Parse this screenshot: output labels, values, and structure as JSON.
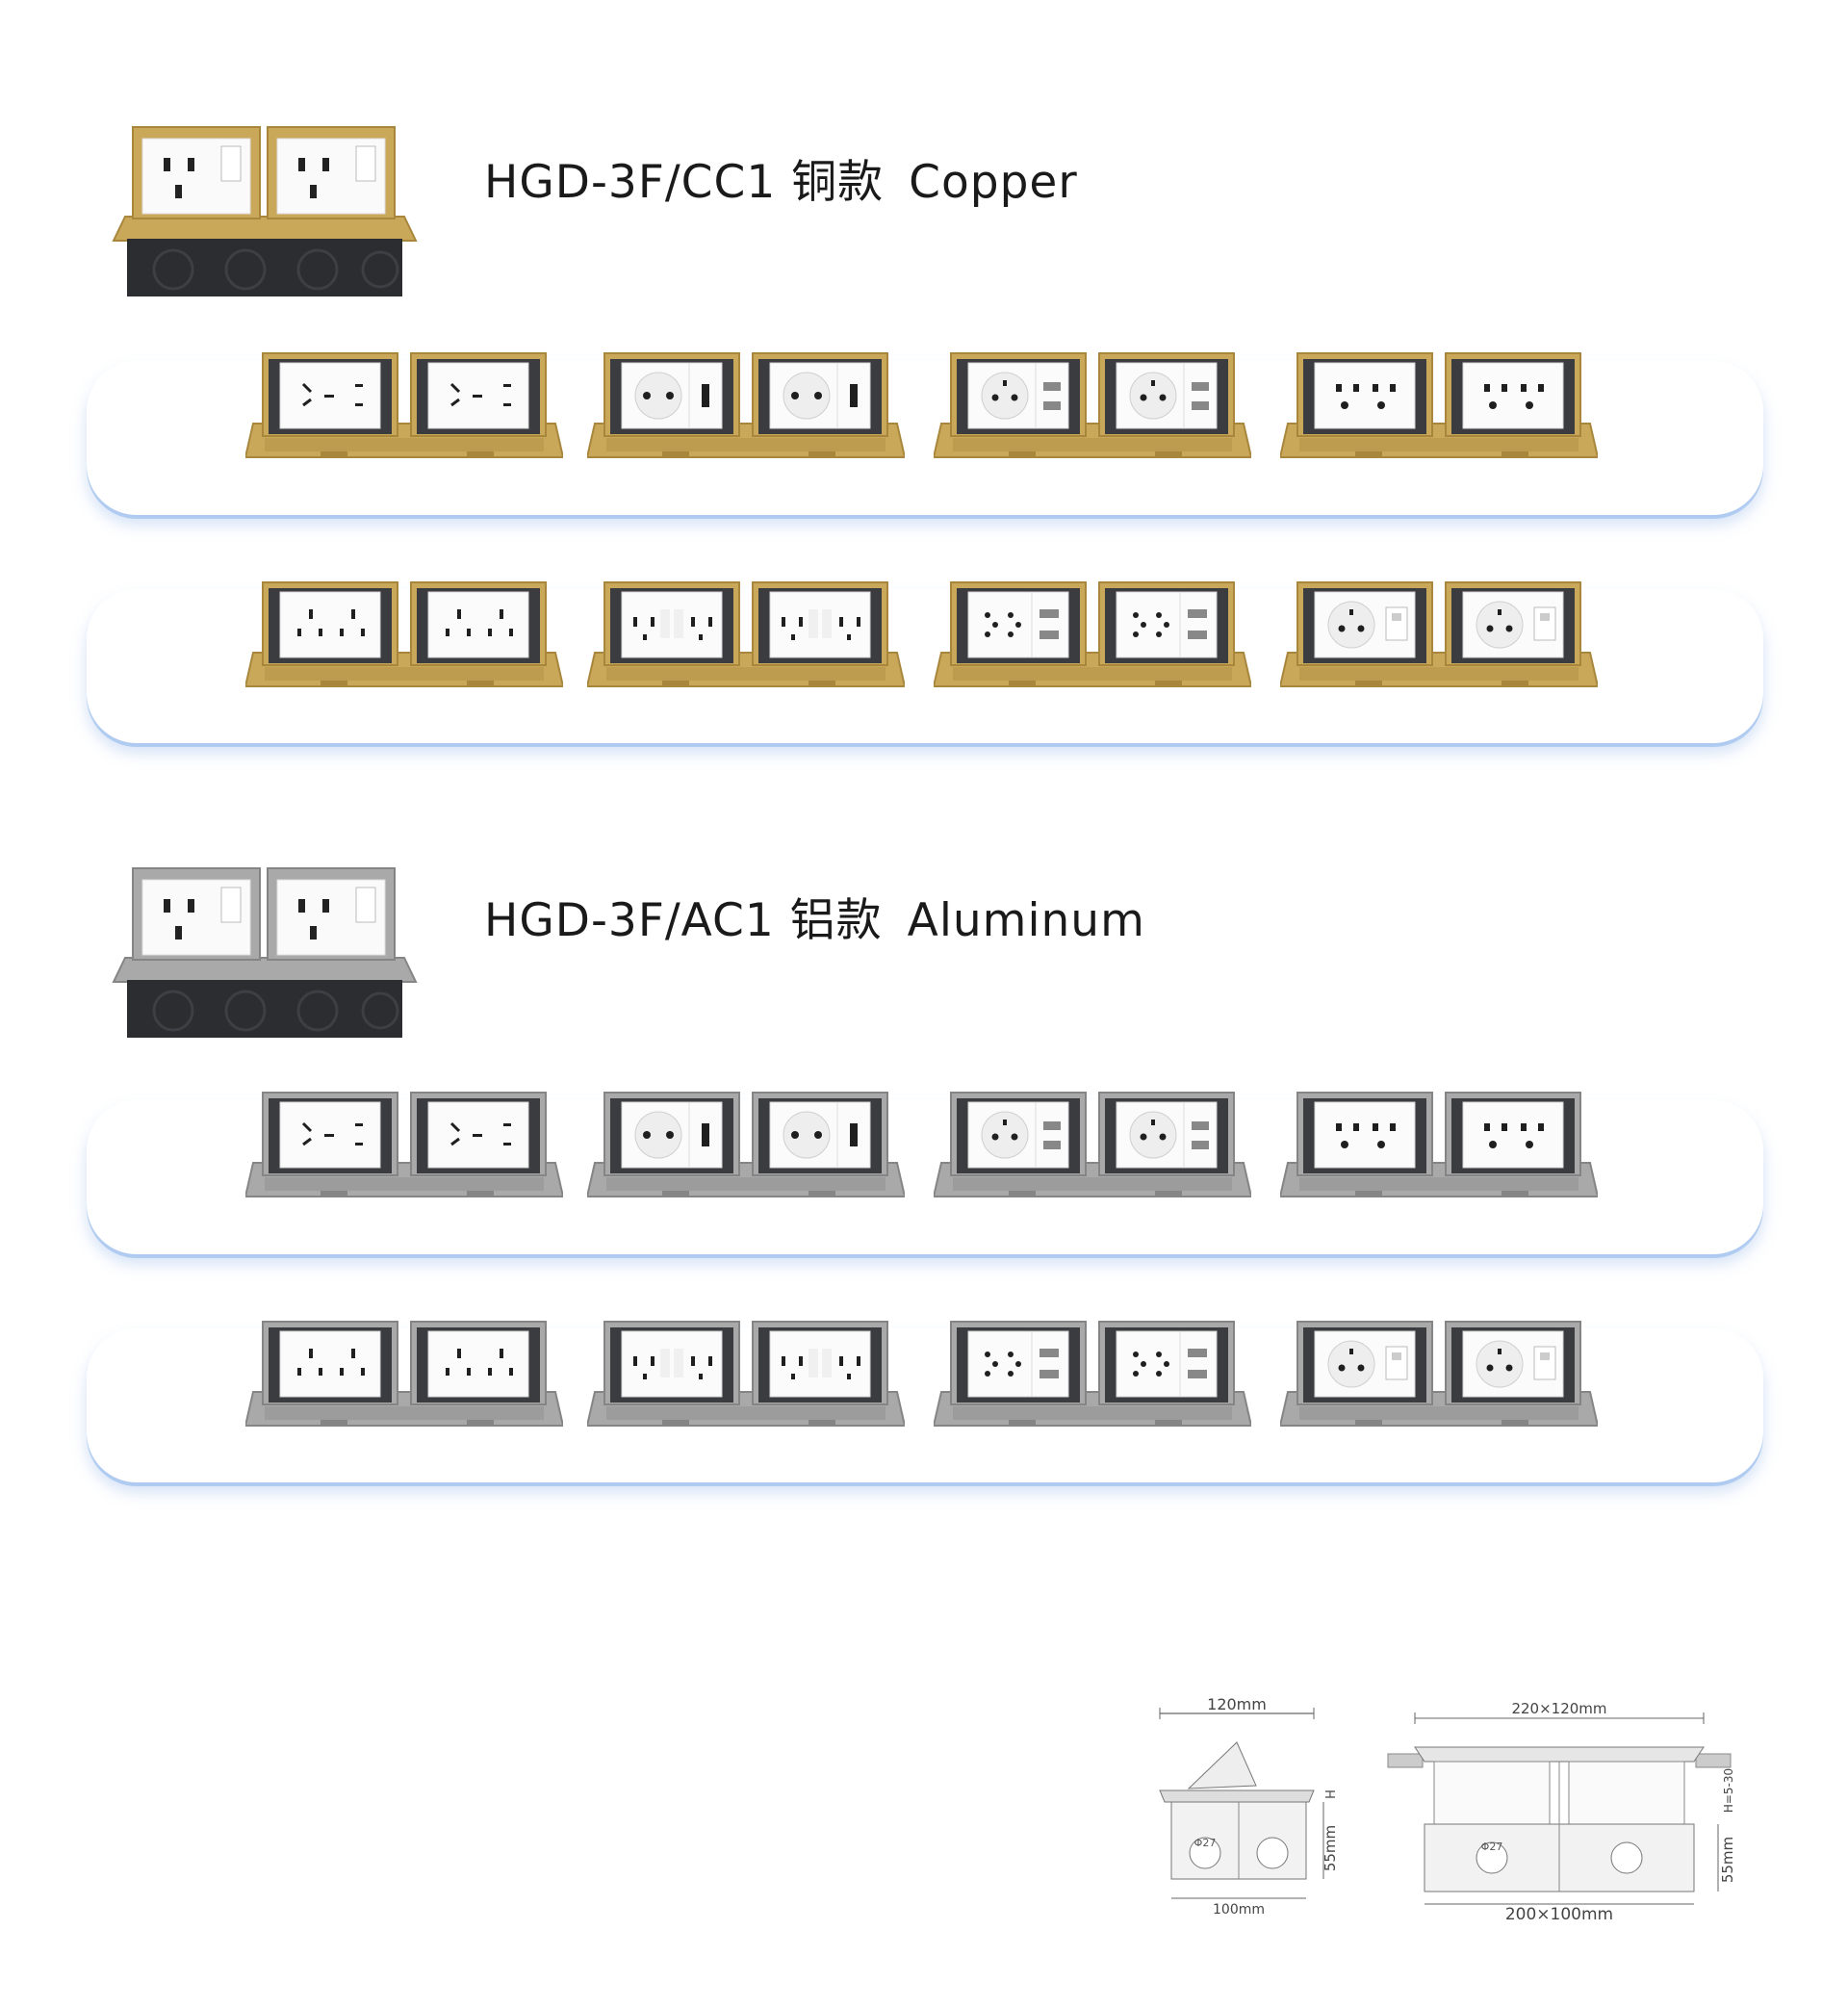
{
  "copper": {
    "title": "HGD-3F/CC1 铜款",
    "title_en": "Copper",
    "rows": [
      [
        "australian",
        "schuko-usb",
        "french-usb",
        "thai"
      ],
      [
        "sa-3pin",
        "gfci",
        "swiss-usb",
        "french-rj45"
      ]
    ]
  },
  "aluminum": {
    "title": "HGD-3F/AC1 铝款",
    "title_en": "Aluminum",
    "rows": [
      [
        "australian",
        "schuko-usb",
        "french-usb",
        "thai"
      ],
      [
        "sa-3pin",
        "gfci",
        "swiss-usb",
        "french-rj45"
      ]
    ]
  },
  "colors": {
    "copper_frame": "#c9a85a",
    "copper_dark": "#a8863c",
    "aluminum_frame": "#a9a9a9",
    "aluminum_dark": "#858585",
    "body_black": "#2b2d31",
    "band_glow": "#9bbfee"
  },
  "drawings": {
    "side": {
      "top_dim": "120mm",
      "height_dim": "55mm",
      "h_label": "H",
      "bottom_dim": "100mm",
      "hole": "Φ27"
    },
    "front": {
      "top_dim": "220×120mm",
      "h_range": "H=5-30",
      "height_dim": "55mm",
      "bottom_dim": "200×100mm",
      "hole": "Φ27"
    }
  }
}
